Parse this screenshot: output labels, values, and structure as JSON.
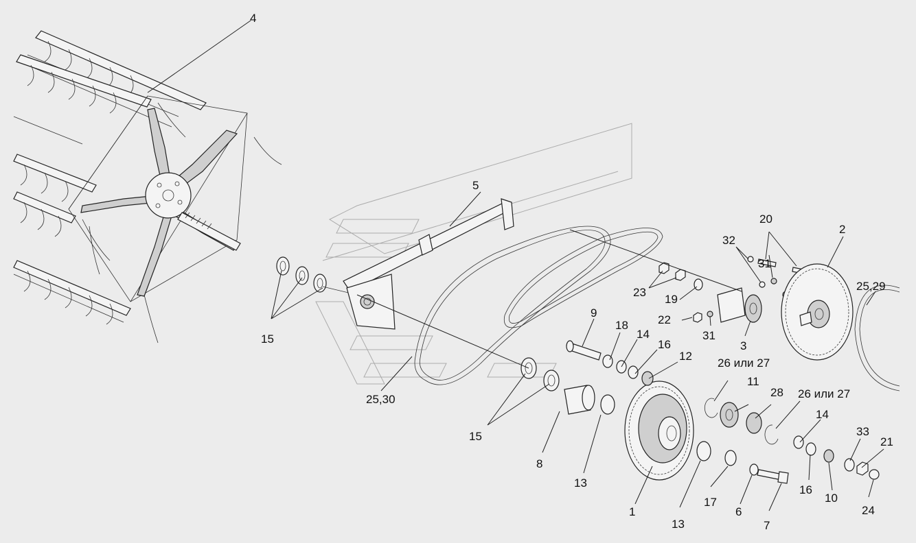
{
  "labels": {
    "l4": "4",
    "l5": "5",
    "l15a": "15",
    "l15b": "15",
    "l2530": "25,30",
    "l9": "9",
    "l18": "18",
    "l14a": "14",
    "l16a": "16",
    "l12": "12",
    "l26a": "26 или 27",
    "l11": "11",
    "l28": "28",
    "l26b": "26 или 27",
    "l14b": "14",
    "l33": "33",
    "l21": "21",
    "l8": "8",
    "l13a": "13",
    "l1": "1",
    "l13b": "13",
    "l17": "17",
    "l6": "6",
    "l7": "7",
    "l16b": "16",
    "l10": "10",
    "l24": "24",
    "l23": "23",
    "l19": "19",
    "l22": "22",
    "l31a": "31",
    "l32": "32",
    "l31b": "31",
    "l20": "20",
    "l3": "3",
    "l2": "2",
    "l2529": "25,29"
  }
}
